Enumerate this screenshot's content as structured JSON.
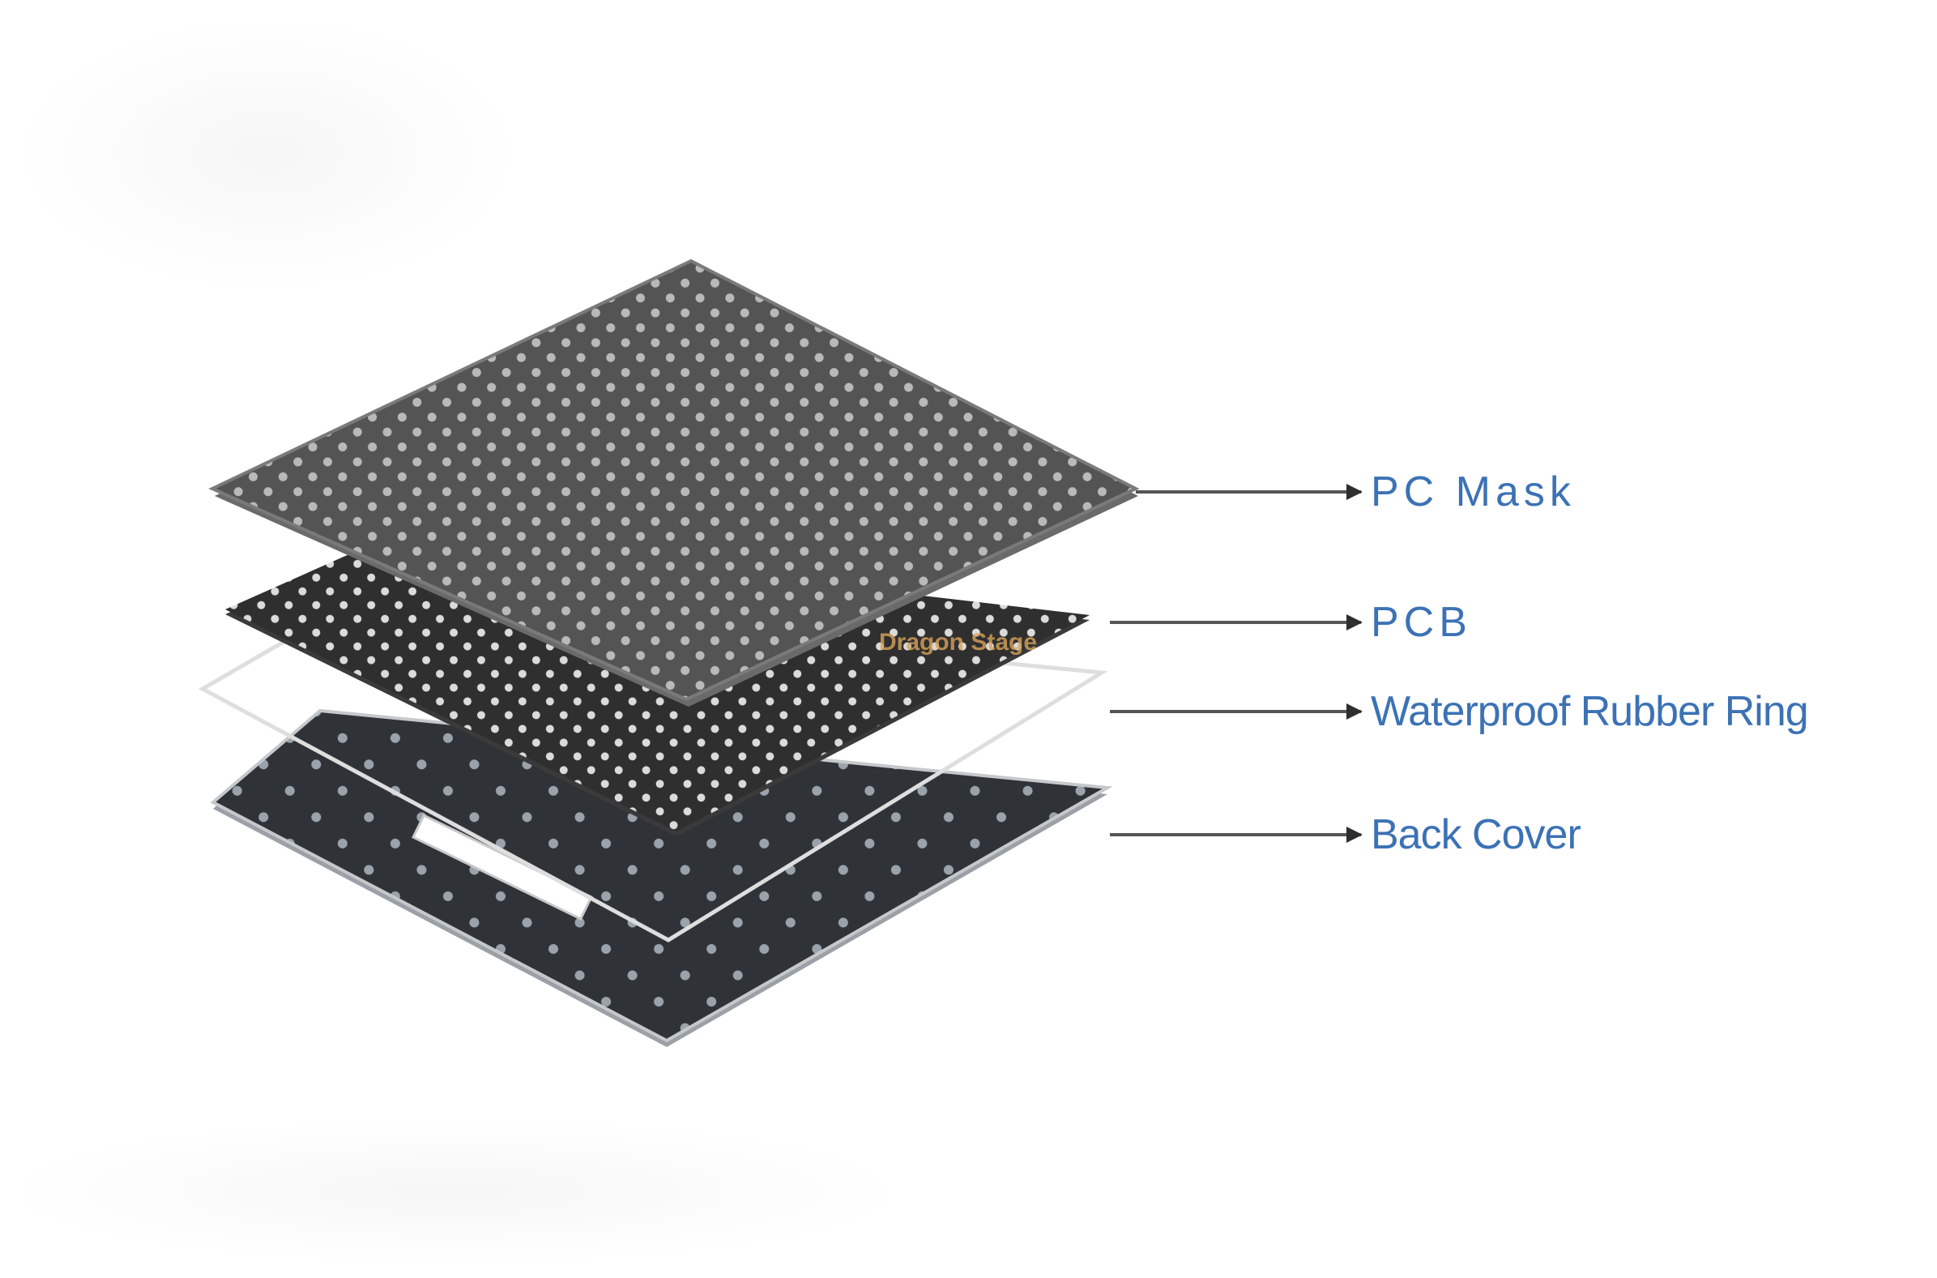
{
  "labels": {
    "pc_mask": "PC Mask",
    "pcb": "PCB",
    "waterproof_rubber_ring": "Waterproof Rubber Ring",
    "back_cover": "Back Cover"
  },
  "watermark": "Dragon Stage",
  "colors": {
    "label_text": "#3c72b5",
    "leader_line": "#555555",
    "watermark": "#d9a25a"
  }
}
